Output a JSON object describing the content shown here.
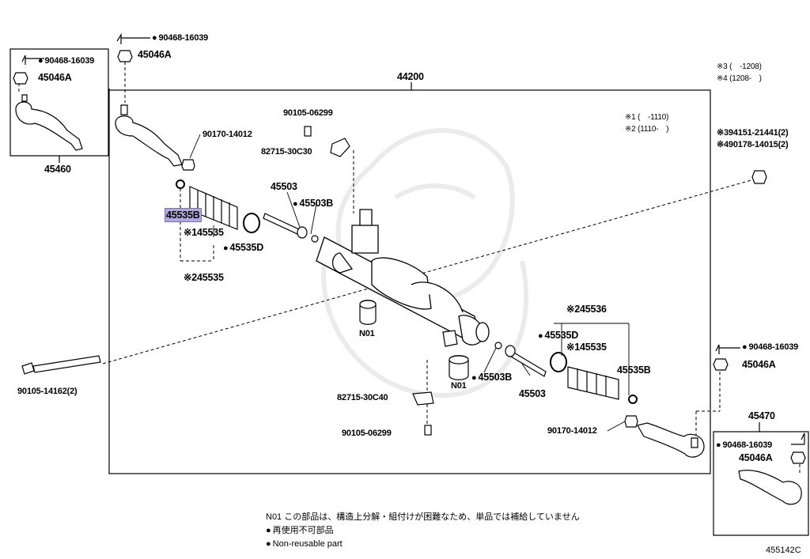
{
  "diagram_code": "455142C",
  "assembly": {
    "label": "44200"
  },
  "left_end_box": {
    "label": "45460",
    "bolt": "90468-16039",
    "nut": "45046A"
  },
  "right_end_box": {
    "label": "45470",
    "bolt": "90468-16039",
    "nut": "45046A"
  },
  "labels": {
    "top_bolt": "90468-16039",
    "top_nut": "45046A",
    "left_nut_lock": "90170-14012",
    "bolt_90105_top": "90105-06299",
    "bracket_top": "82715-30C30",
    "rod_left": "45503",
    "washer_left": "45503B",
    "boot_left_highlight": "45535B",
    "boot_left_ref1": "※145535",
    "clamp_left": "45535D",
    "boot_left_ref2": "※245535",
    "n01_left": "N01",
    "n01_right": "N01",
    "bracket_bottom": "82715-30C40",
    "bolt_90105_bottom": "90105-06299",
    "washer_right": "45503B",
    "rod_right": "45503",
    "boot_right_ref2": "※245536",
    "clamp_right": "45535D",
    "boot_right_ref1": "※145535",
    "boot_right": "45535B",
    "right_nut_lock": "90170-14012",
    "right_bolt": "90468-16039",
    "right_nut": "45046A",
    "long_bolt": "90105-14162(2)",
    "ref_nut_a": "※394151-21441(2)",
    "ref_nut_b": "※490178-14015(2)"
  },
  "date_refs": {
    "r3": "※3 (　-1208)",
    "r4": "※4 (1208-　)",
    "r1": "※1 (　-1110)",
    "r2": "※2 (1110-　)"
  },
  "notes": {
    "n01": "N01 この部品は、構造上分解・組付けが困難なため、単品では補給していません",
    "ja": "再使用不可部品",
    "en": "Non-reusable part"
  }
}
